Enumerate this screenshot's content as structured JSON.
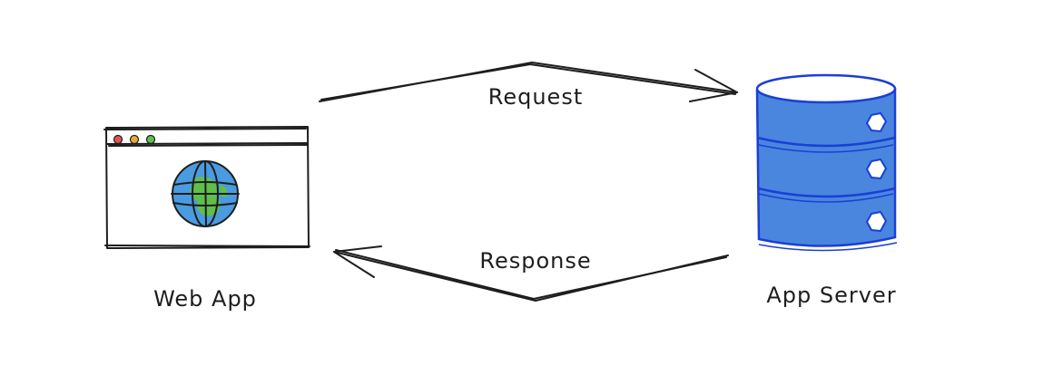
{
  "nodes": {
    "web_app": {
      "label": "Web App"
    },
    "app_server": {
      "label": "App Server"
    }
  },
  "edges": {
    "request": {
      "label": "Request"
    },
    "response": {
      "label": "Response"
    }
  },
  "colors": {
    "ink": "#1e1e1e",
    "server_fill": "#4a86de",
    "server_stroke": "#1a3fd6",
    "globe_ocean": "#4a9be0",
    "globe_land": "#5fbf4a",
    "dot_red": "#e05555",
    "dot_yellow": "#e8a838",
    "dot_green": "#5fbf4a"
  }
}
